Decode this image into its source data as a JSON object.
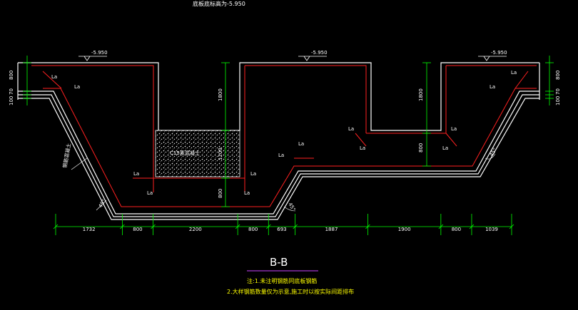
{
  "header": {
    "top_text": "底板底标高为-5.950"
  },
  "labels": {
    "elev_left": "-5.950",
    "elev_mid": "-5.950",
    "elev_right": "-5.950",
    "la": "La",
    "note_box": "C15素混凝土",
    "side_note": "钢筋混凝土"
  },
  "dims_vertical": {
    "left_800": "800",
    "left_70": "70",
    "left_100": "100",
    "right_800": "800",
    "right_70": "70",
    "right_100": "100",
    "v1800_a": "1800",
    "v1200": "1200",
    "v800_a": "800",
    "v1800_b": "1800",
    "v800_b": "800"
  },
  "dims_bottom": [
    "1732",
    "800",
    "2200",
    "800",
    "693",
    "1887",
    "1900",
    "800",
    "1039"
  ],
  "angles": {
    "a1": "45°",
    "a2": "45°",
    "a3": "45°"
  },
  "footer": {
    "section": "B-B",
    "note1": "注:1.未注明钢筋同底板钢筋",
    "note2": "2.大样钢筋数量仅为示意,施工时以按实际间距排布"
  }
}
